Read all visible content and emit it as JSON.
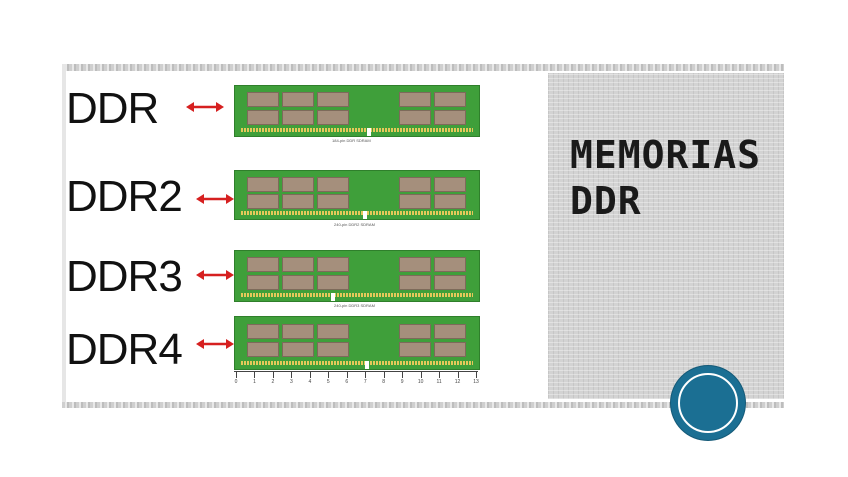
{
  "labels": [
    "DDR",
    "DDR2",
    "DDR3",
    "DDR4"
  ],
  "captions": [
    "184-pin DDR SDRAM",
    "240-pin DDR2 SDRAM",
    "240-pin DDR3 SDRAM"
  ],
  "ruler_numbers": [
    "0",
    "1",
    "2",
    "3",
    "4",
    "5",
    "6",
    "7",
    "8",
    "9",
    "10",
    "11",
    "12",
    "13"
  ],
  "title": "MEMORIAS\nDDR",
  "colors": {
    "pcb": "#3f9f3a",
    "chip": "#a58f7c",
    "arrow": "#d62020",
    "circle": "#1b6f93",
    "panel": "#d3d3d3"
  }
}
